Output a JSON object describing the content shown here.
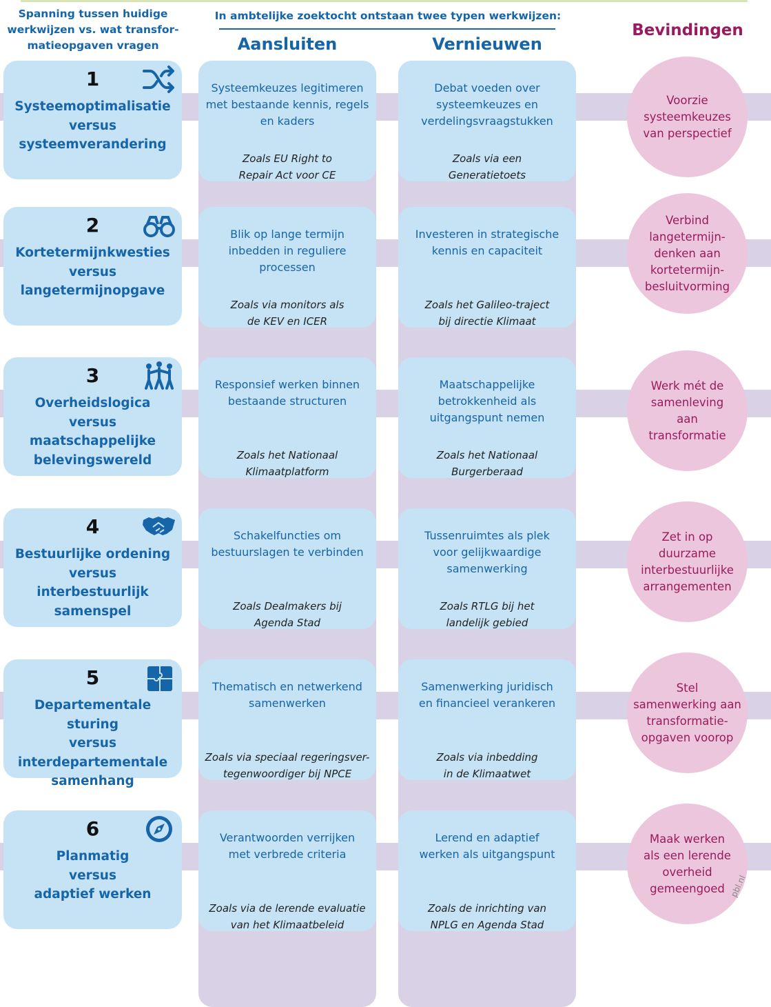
{
  "header": {
    "left_title": "Spanning tussen huidige\nwerkwijzen vs. wat transfor-\nmatieopgaven vragen",
    "middle_title": "In ambtelijke zoektocht ontstaan twee typen werkwijzen:",
    "col_aansluiten": "Aansluiten",
    "col_vernieuwen": "Vernieuwen",
    "col_bevindingen": "Bevindingen"
  },
  "rows": [
    {
      "num": "1",
      "icon": "shuffle-icon",
      "title": "Systeemoptimalisatie\nversus\nsysteemverandering",
      "aansluiten": "Systeemkeuzes legitimeren\nmet bestaande kennis, regels\nen kaders",
      "aansluiten_example": "Zoals EU Right to\nRepair Act voor CE",
      "vernieuwen": "Debat voeden over\nsysteemkeuzes en\nverdelingsvraagstukken",
      "vernieuwen_example": "Zoals via een\nGeneratietoets",
      "bevinding": "Voorzie\nsysteemkeuzes\nvan perspectief"
    },
    {
      "num": "2",
      "icon": "binoculars-icon",
      "title": "Kortetermijnkwesties\nversus\nlangetermijnopgave",
      "aansluiten": "Blik op lange termijn\ninbedden in reguliere\nprocessen",
      "aansluiten_example": "Zoals via monitors als\nde KEV en ICER",
      "vernieuwen": "Investeren in strategische\nkennis en capaciteit",
      "vernieuwen_example": "Zoals het Galileo-traject\nbij directie Klimaat",
      "bevinding": "Verbind\nlangetermijn-\ndenken aan\nkortetermijn-\nbesluitvorming"
    },
    {
      "num": "3",
      "icon": "people-holding-hands-icon",
      "title": "Overheidslogica\nversus\nmaatschappelijke\nbelevingswereld",
      "aansluiten": "Responsief werken binnen\nbestaande structuren",
      "aansluiten_example": "Zoals het Nationaal\nKlimaatplatform",
      "vernieuwen": "Maatschappelijke\nbetrokkenheid als\nuitgangspunt nemen",
      "vernieuwen_example": "Zoals het Nationaal\nBurgerberaad",
      "bevinding": "Werk mét de\nsamenleving\naan\ntransformatie"
    },
    {
      "num": "4",
      "icon": "handshake-icon",
      "title": "Bestuurlijke ordening\nversus\ninterbestuurlijk\nsamenspel",
      "aansluiten": "Schakelfuncties om\nbestuurslagen te verbinden",
      "aansluiten_example": "Zoals Dealmakers bij\nAgenda Stad",
      "vernieuwen": "Tussenruimtes als plek\nvoor gelijkwaardige\nsamenwerking",
      "vernieuwen_example": "Zoals RTLG bij het\nlandelijk gebied",
      "bevinding": "Zet in op\nduurzame\ninterbestuurlijke\narrangementen"
    },
    {
      "num": "5",
      "icon": "puzzle-icon",
      "title": "Departementale sturing\nversus\ninterdepartementale\nsamenhang",
      "aansluiten": "Thematisch en netwerkend\nsamenwerken",
      "aansluiten_example": "Zoals via speciaal regeringsver-\ntegenwoordiger bij NPCE",
      "vernieuwen": "Samenwerking juridisch\nen financieel verankeren",
      "vernieuwen_example": "Zoals via inbedding\nin de Klimaatwet",
      "bevinding": "Stel\nsamenwerking aan\ntransformatie-\nopgaven voorop"
    },
    {
      "num": "6",
      "icon": "compass-icon",
      "title": "Planmatig\nversus\nadaptief werken",
      "aansluiten": "Verantwoorden verrijken\nmet verbrede criteria",
      "aansluiten_example": "Zoals via de lerende evaluatie\nvan het Klimaatbeleid",
      "vernieuwen": "Lerend en adaptief\nwerken als uitgangspunt",
      "vernieuwen_example": "Zoals de inrichting van\nNPLG en Agenda Stad",
      "bevinding": "Maak werken\nals een lerende\noverheid\ngemeengoed"
    }
  ],
  "credit": "pbl.nl",
  "colors": {
    "blue_text": "#1565a8",
    "light_blue": "#c6e2f5",
    "lilac": "#d9d1e5",
    "pink": "#ecc6dc",
    "magenta": "#9a1b5d"
  }
}
